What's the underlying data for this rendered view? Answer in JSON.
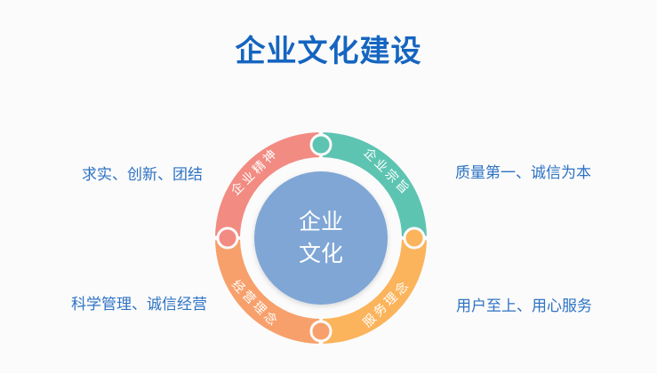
{
  "title": "企业文化建设",
  "center": {
    "line1": "企业",
    "line2": "文化"
  },
  "segments": [
    {
      "label": "企业精神",
      "color": "#f28b82",
      "note": "求实、创新、团结"
    },
    {
      "label": "企业宗旨",
      "color": "#5ec4b2",
      "note": "质量第一、诚信为本"
    },
    {
      "label": "服务理念",
      "color": "#fbb45c",
      "note": "用户至上、用心服务"
    },
    {
      "label": "经营理念",
      "color": "#f7a06b",
      "note": "科学管理、诚信经营"
    }
  ],
  "colors": {
    "title": "#1565c0",
    "note": "#2e73c4",
    "center": "#7fa6d5"
  }
}
